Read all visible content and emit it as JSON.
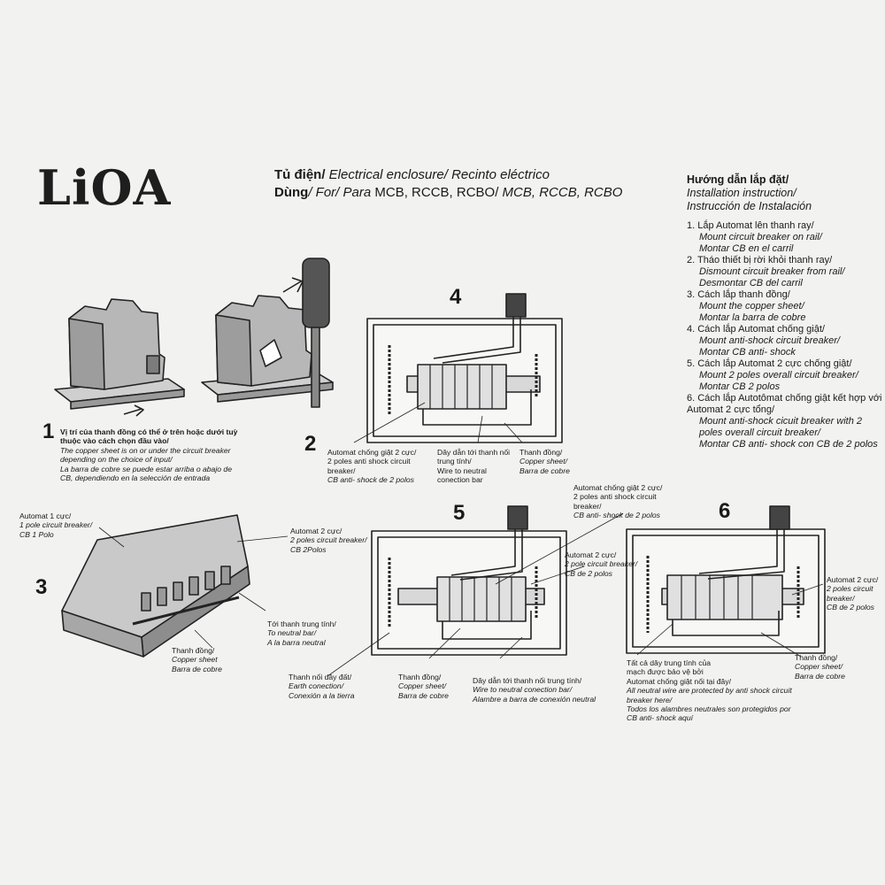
{
  "logo": "LiOA",
  "header": {
    "line1_vi": "Tủ điện/",
    "line1_en": " Electrical enclosure/",
    "line1_es": " Recinto eléctrico",
    "line2_vi": "Dùng",
    "line2_en": "/ For/",
    "line2_es": "  Para",
    "line2_tail": " MCB, RCCB, RCBO/",
    "line2_tail_es": "  MCB, RCCB, RCBO"
  },
  "instructions": {
    "title_vi": "Hướng dẫn lắp đặt/",
    "title_en": "Installation instruction/",
    "title_es": "Instrucción de Instalación",
    "steps": [
      {
        "vi": "1. Lắp Automat lên thanh ray/",
        "en": "Mount circuit breaker on rail/",
        "es": "Montar CB en el carril"
      },
      {
        "vi": "2. Tháo thiết bị rời khỏi thanh ray/",
        "en": "Dismount circuit breaker from rail/",
        "es": "Desmontar CB del carril"
      },
      {
        "vi": "3. Cách lắp thanh đồng/",
        "en": "Mount the copper sheet/",
        "es": "Montar la barra de cobre"
      },
      {
        "vi": "4. Cách lắp Automat chống giật/",
        "en": "Mount anti-shock circuit breaker/",
        "es": "Montar CB anti- shock"
      },
      {
        "vi": "5. Cách lắp Automat 2 cực chống giật/",
        "en": "Mount 2 poles overall circuit breaker/",
        "es": "Montar CB 2 polos"
      },
      {
        "vi": "6. Cách lắp Autotômat chống giật kết hợp với Automat 2 cực tổng/",
        "en": "Mount anti-shock cicuit breaker with 2 poles overall circuit breaker/",
        "es": "Montar CB anti- shock con CB de 2 polos"
      }
    ]
  },
  "figures": {
    "n1": "1",
    "n2": "2",
    "n3": "3",
    "n4": "4",
    "n5": "5",
    "n6": "6"
  },
  "captions": {
    "fig1": {
      "vi": "Vị trí của thanh đồng có thể ở trên hoặc dưới tuỳ thuộc vào cách chọn đầu vào/",
      "en": "The copper sheet is on or under the circuit breaker depending on the choice of input/",
      "es": "La barra de cobre se puede estar arriba o abajo de CB, dependiendo en la selección de entrada"
    },
    "fig3_cb1": {
      "vi": "Automat 1 cực/",
      "en": "1 pole circuit breaker/",
      "es": "CB 1 Polo"
    },
    "fig3_cb2": {
      "vi": "Automat 2 cực/",
      "en": "2 poles circuit breaker/",
      "es": "CB 2Polos"
    },
    "fig3_neutral": {
      "vi": "Tới thanh trung tính/",
      "en": "To neutral bar/",
      "es": "A la barra neutral"
    },
    "fig3_copper": {
      "vi": "Thanh đồng/",
      "en": "Copper sheet",
      "es": "Barra de cobre"
    },
    "fig4_cb": {
      "vi": "Automat chống giật 2 cực/",
      "en": "2 poles anti shock circuit breaker/",
      "es": "CB anti- shock de 2 polos"
    },
    "fig4_wire": {
      "vi": "Dây dẫn tới thanh nối trung tính/",
      "en": "Wire to neutral conection bar",
      "es": ""
    },
    "fig4_copper": {
      "vi": "Thanh đồng/",
      "en": "Copper sheet/",
      "es": "Barra de cobre"
    },
    "fig5_cb_anti": {
      "vi": "Automat chống giật 2 cực/",
      "en": "2 poles anti shock circuit breaker/",
      "es": "CB anti- shock de 2 polos"
    },
    "fig5_cb2": {
      "vi": "Automat 2 cực/",
      "en": "2 pole circuit breaker/",
      "es": "CB de 2 polos"
    },
    "fig5_earth": {
      "vi": "Thanh nối dây đất/",
      "en": "Earth conection/",
      "es": "Conexión a la tierra"
    },
    "fig5_copper": {
      "vi": "Thanh đồng/",
      "en": "Copper sheet/",
      "es": "Barra de cobre"
    },
    "fig5_wire": {
      "vi": "Dây dẫn tới thanh nối trung tính/",
      "en": "Wire to neutral conection bar/",
      "es": "Alambre a barra de conexión neutral"
    },
    "fig6_cb2": {
      "vi": "Automat 2 cực/",
      "en": "2 poles circuit breaker/",
      "es": "CB de 2 polos"
    },
    "fig6_copper": {
      "vi": "Thanh đồng/",
      "en": "Copper sheet/",
      "es": "Barra de cobre"
    },
    "fig6_neutral": {
      "vi1": "Tất cả dây trung tính của",
      "vi2": "mạch được bảo vệ bởi",
      "vi3": "Automat chống giật nối tại đây/",
      "en": "All neutral wire are protected by anti shock circuit breaker here/",
      "es": "Todos los alambres neutrales son protegidos por CB anti- shock aquí"
    }
  }
}
